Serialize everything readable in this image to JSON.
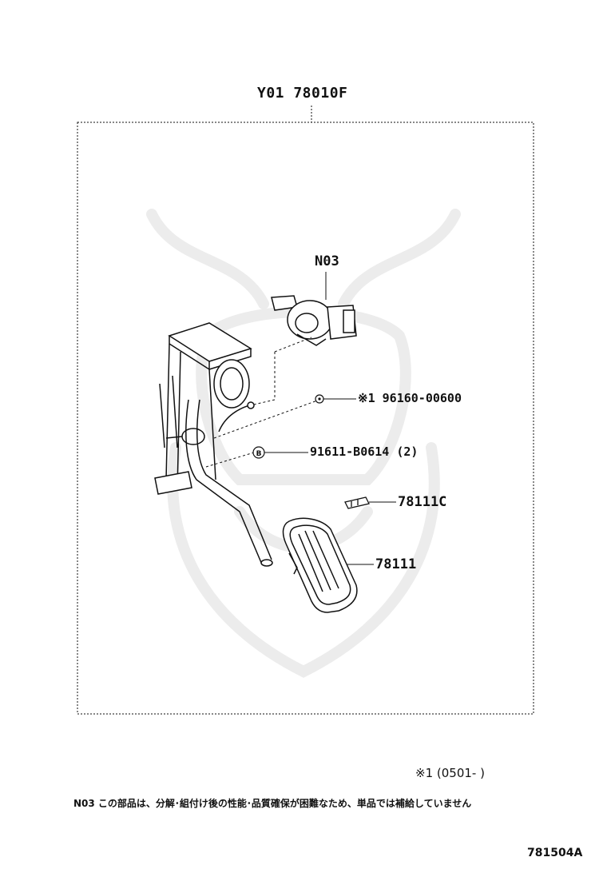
{
  "assembly": {
    "code": "Y01 78010F"
  },
  "parts": {
    "n03": {
      "code": "N03"
    },
    "p96160": {
      "code": "※1 96160-00600"
    },
    "p91611": {
      "code": "91611-B0614 (2)"
    },
    "p78111c": {
      "code": "78111C"
    },
    "p78111": {
      "code": "78111"
    }
  },
  "markers": {
    "b_marker": "B"
  },
  "footnote": {
    "text": "※1 (0501-    )"
  },
  "note": {
    "text": "N03 この部品は、分解･組付け後の性能･品質確保が困難なため、単品では補給していません"
  },
  "diagram_code": "781504A",
  "colors": {
    "line": "#111111",
    "watermark": "#eeeeee"
  }
}
